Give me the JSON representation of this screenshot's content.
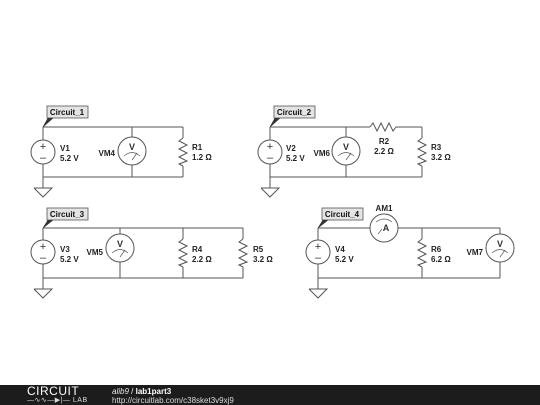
{
  "circuits": [
    {
      "flag": "Circuit_1",
      "source": {
        "name": "V1",
        "value": "5.2 V"
      },
      "voltmeters": [
        {
          "name": "VM4",
          "symbol": "V"
        }
      ],
      "resistors": [
        {
          "name": "R1",
          "value": "1.2 Ω"
        }
      ]
    },
    {
      "flag": "Circuit_2",
      "source": {
        "name": "V2",
        "value": "5.2 V"
      },
      "voltmeters": [
        {
          "name": "VM6",
          "symbol": "V"
        }
      ],
      "resistors": [
        {
          "name": "R2",
          "value": "2.2 Ω"
        },
        {
          "name": "R3",
          "value": "3.2 Ω"
        }
      ]
    },
    {
      "flag": "Circuit_3",
      "source": {
        "name": "V3",
        "value": "5.2 V"
      },
      "voltmeters": [
        {
          "name": "VM5",
          "symbol": "V"
        }
      ],
      "resistors": [
        {
          "name": "R4",
          "value": "2.2 Ω"
        },
        {
          "name": "R5",
          "value": "3.2 Ω"
        }
      ]
    },
    {
      "flag": "Circuit_4",
      "source": {
        "name": "V4",
        "value": "5.2 V"
      },
      "ammeters": [
        {
          "name": "AM1",
          "symbol": "A"
        }
      ],
      "voltmeters": [
        {
          "name": "VM7",
          "symbol": "V"
        }
      ],
      "resistors": [
        {
          "name": "R6",
          "value": "6.2 Ω"
        }
      ]
    }
  ],
  "footer": {
    "logo_top": "CIRCUIT",
    "logo_bottom": "LAB",
    "user": "alib9",
    "separator": "/",
    "title": "lab1part3",
    "url": "http://circuitlab.com/c38sket3v9xj9"
  }
}
